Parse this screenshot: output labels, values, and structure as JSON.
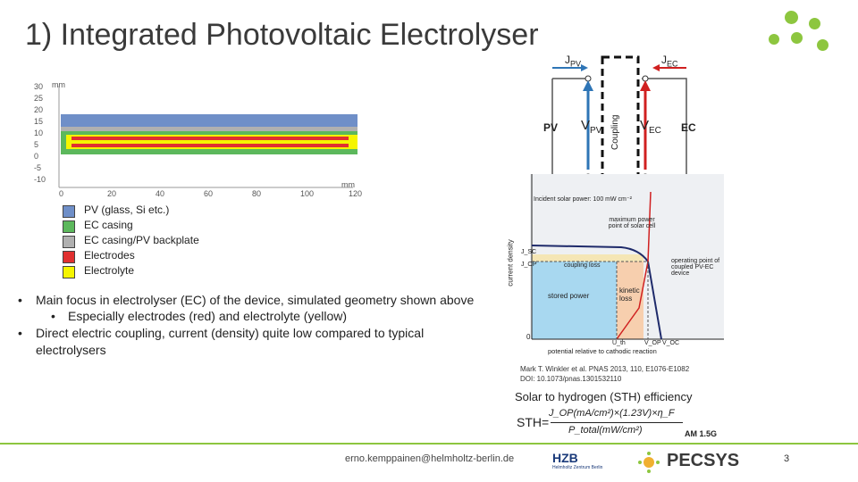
{
  "title": "1) Integrated Photovoltaic Electrolyser",
  "colors": {
    "accent": "#8dc63f",
    "pv": "#6f8fc8",
    "ec_casing": "#5cb85c",
    "backplate": "#b0b0b0",
    "electrode": "#e03030",
    "electrolyte": "#f5f500"
  },
  "geometry_plot": {
    "unit": "mm",
    "y_ticks": [
      "30",
      "25",
      "20",
      "15",
      "10",
      "5",
      "0",
      "-5",
      "-10"
    ],
    "x_ticks": [
      "0",
      "20",
      "40",
      "60",
      "80",
      "100",
      "120"
    ],
    "x_unit": "mm"
  },
  "legend": [
    {
      "label": "PV (glass, Si etc.)",
      "color": "#6f8fc8"
    },
    {
      "label": "EC casing",
      "color": "#5cb85c"
    },
    {
      "label": "EC casing/PV backplate",
      "color": "#b0b0b0"
    },
    {
      "label": "Electrodes",
      "color": "#e03030"
    },
    {
      "label": "Electrolyte",
      "color": "#f5f500"
    }
  ],
  "bullets": [
    {
      "marker": "•",
      "text": "Main focus in electrolyser (EC) of the device, simulated geometry shown above"
    },
    {
      "marker": "•",
      "text": "Especially electrodes (red) and electrolyte (yellow)"
    },
    {
      "marker": "•",
      "text": "Direct electric coupling, current (density) quite low compared to typical"
    },
    {
      "marker": "",
      "text": "electrolysers"
    }
  ],
  "circuit": {
    "j_pv": "J",
    "j_pv_sub": "PV",
    "j_ec": "J",
    "j_ec_sub": "EC",
    "pv_label": "PV",
    "v_pv": "V",
    "v_pv_sub": "PV",
    "coupling": "Coupling",
    "v_ec": "V",
    "v_ec_sub": "EC",
    "ec_label": "EC"
  },
  "jv_graph": {
    "incident": "Incident solar power: 100 mW cm⁻²",
    "ylabel": "current density",
    "xlabel": "potential relative to cathodic reaction",
    "mpp": "maximum power point of solar cell",
    "coupling_loss": "coupling loss",
    "stored_power": "stored power",
    "kinetic_loss": "kinetic loss",
    "operating": "operating point of coupled PV-EC device",
    "j_sc": "J_SC",
    "j_op": "J_OP",
    "zero": "0",
    "u_th": "U_th",
    "v_op": "V_OP",
    "v_oc": "V_OC"
  },
  "reference": {
    "line1": "Mark T. Winkler et al. PNAS 2013, 110, E1076-E1082",
    "line2": "DOI: 10.1073/pnas.1301532110"
  },
  "sth": {
    "title": "Solar to hydrogen (STH) efficiency",
    "lhs": "STH=",
    "numerator": "J_OP(mA/cm²)×(1.23V)×η_F",
    "denominator": "P_total(mW/cm²)",
    "subscript": "AM 1.5G"
  },
  "footer": {
    "email": "erno.kemppainen@helmholtz-berlin.de",
    "hzb": "HZB",
    "hzb_sub": "Helmholtz Zentrum Berlin",
    "pecsys": "PECSYS",
    "page": "3"
  }
}
